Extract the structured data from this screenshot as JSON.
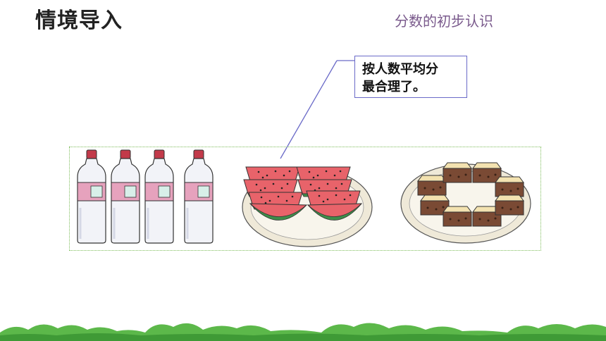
{
  "header": {
    "title": "情境导入",
    "subtitle": "分数的初步认识"
  },
  "speech_bubble": {
    "line1": "按人数平均分",
    "line2": "最合理了。"
  },
  "illustration": {
    "bottles": {
      "count": 4,
      "cap_color": "#c23a4a",
      "label_color": "#e6a2bd"
    },
    "watermelon": {
      "slice_count": 8,
      "flesh_color": "#e8636a",
      "rind_color": "#3f8d4a"
    },
    "mooncake": {
      "piece_count": 8,
      "cake_color": "#7a4a34",
      "filling_color": "#f3e2b0"
    }
  },
  "colors": {
    "accent_purple": "#7a5a8c",
    "frame_green": "#7dbd5a",
    "grass_green": "#5cb84a"
  }
}
